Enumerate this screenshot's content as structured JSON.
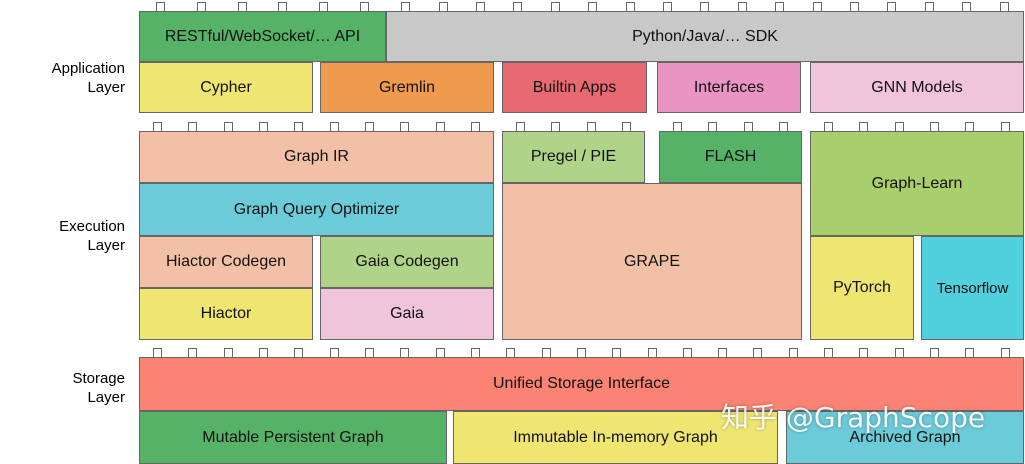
{
  "layers": {
    "application": [
      "Application",
      "Layer"
    ],
    "execution": [
      "Execution",
      "Layer"
    ],
    "storage": [
      "Storage",
      "Layer"
    ]
  },
  "blocks": {
    "restful_api": "RESTful/WebSocket/… API",
    "sdk": "Python/Java/… SDK",
    "cypher": "Cypher",
    "gremlin": "Gremlin",
    "builtin_apps": "Builtin Apps",
    "interfaces": "Interfaces",
    "gnn_models": "GNN Models",
    "graph_ir": "Graph IR",
    "pregel_pie": "Pregel / PIE",
    "flash": "FLASH",
    "graph_learn": "Graph-Learn",
    "graph_query_optimizer": "Graph Query Optimizer",
    "grape": "GRAPE",
    "hiactor_codegen": "Hiactor Codegen",
    "gaia_codegen": "Gaia Codegen",
    "hiactor": "Hiactor",
    "gaia": "Gaia",
    "pytorch": "PyTorch",
    "tensorflow": "Tensorflow",
    "unified_storage": "Unified Storage Interface",
    "mutable_graph": "Mutable Persistent Graph",
    "immutable_graph": "Immutable In-memory Graph",
    "archived_graph": "Archived Graph"
  },
  "watermark": "知乎 @GraphScope",
  "colors": {
    "green": "#56b266",
    "gray": "#c8c8c8",
    "yellow": "#efe672",
    "orange": "#ef9a4c",
    "red": "#e66a6f",
    "pink": "#ea94c4",
    "light_pink": "#f0c5d9",
    "salmon": "#f2c0a6",
    "light_green": "#b0d38a",
    "lime": "#a9cf6c",
    "cyan": "#6ccbd9",
    "teal": "#4fd0dc",
    "coral": "#fb8373",
    "border": "#666666"
  }
}
